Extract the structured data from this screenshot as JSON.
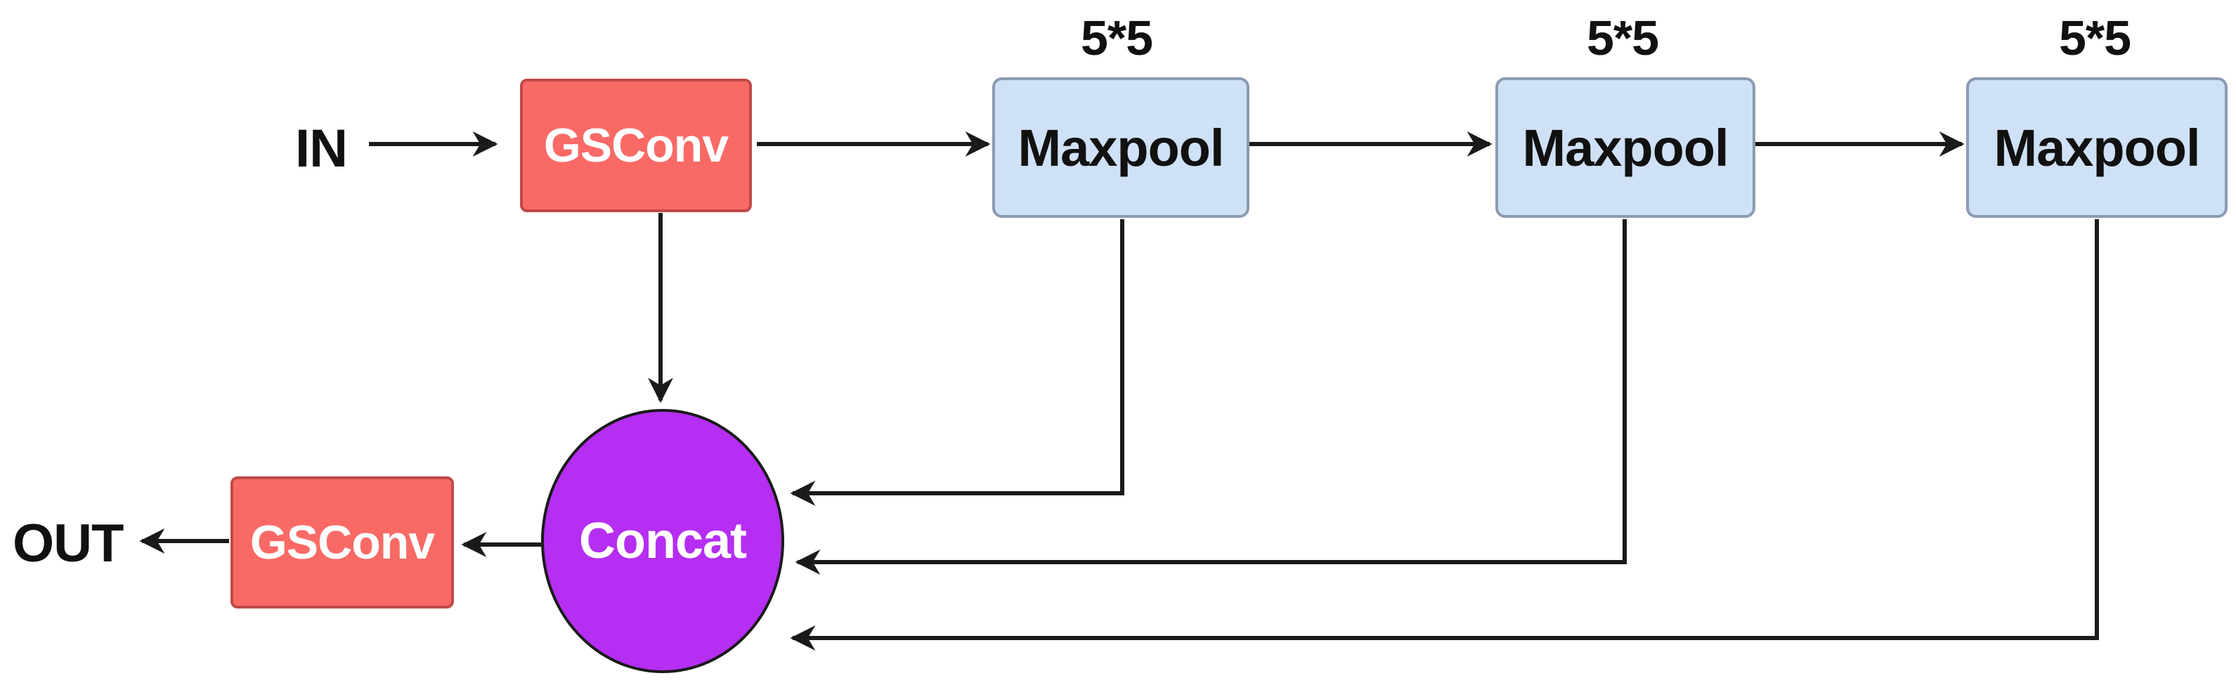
{
  "diagram": {
    "input_label": "IN",
    "output_label": "OUT",
    "gsconv_in": "GSConv",
    "gsconv_out": "GSConv",
    "concat": "Concat",
    "maxpools": [
      {
        "label": "Maxpool",
        "kernel": "5*5"
      },
      {
        "label": "Maxpool",
        "kernel": "5*5"
      },
      {
        "label": "Maxpool",
        "kernel": "5*5"
      }
    ],
    "colors": {
      "gsconv_fill": "#f96a66",
      "maxpool_fill": "#cfe1f6",
      "concat_fill": "#b52ef2",
      "edge": "#1a1a1a"
    }
  }
}
